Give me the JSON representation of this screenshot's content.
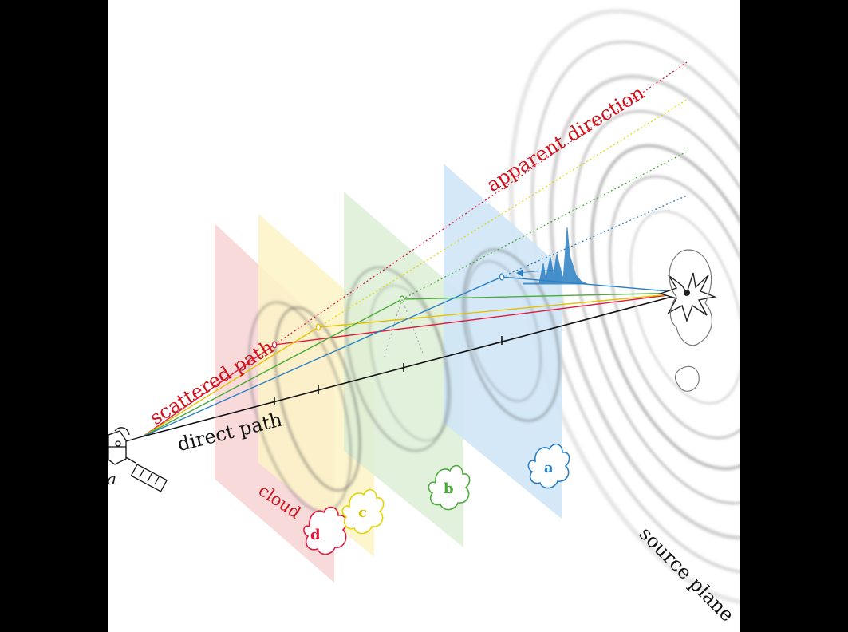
{
  "labels": {
    "apparent_direction": "apparent direction",
    "scattered_path": "scattered path",
    "direct_path": "direct path",
    "cloud": "cloud",
    "source_plane": "source plane",
    "satellite_letter": "a"
  },
  "clouds": [
    {
      "letter": "d",
      "color": "#e0193c",
      "plane_fill": "#f8d3d3"
    },
    {
      "letter": "c",
      "color": "#e6d400",
      "plane_fill": "#fbf3c6"
    },
    {
      "letter": "b",
      "color": "#4aab38",
      "plane_fill": "#dcefd6"
    },
    {
      "letter": "a",
      "color": "#2a7fc4",
      "plane_fill": "#cfe6f6"
    }
  ],
  "colors": {
    "label_red": "#d0111b",
    "direct_path": "#111111",
    "background": "#000000",
    "panel": "#ffffff"
  },
  "icons": [
    "satellite-icon",
    "explosion-icon",
    "cloud-icon",
    "histogram-icon"
  ]
}
